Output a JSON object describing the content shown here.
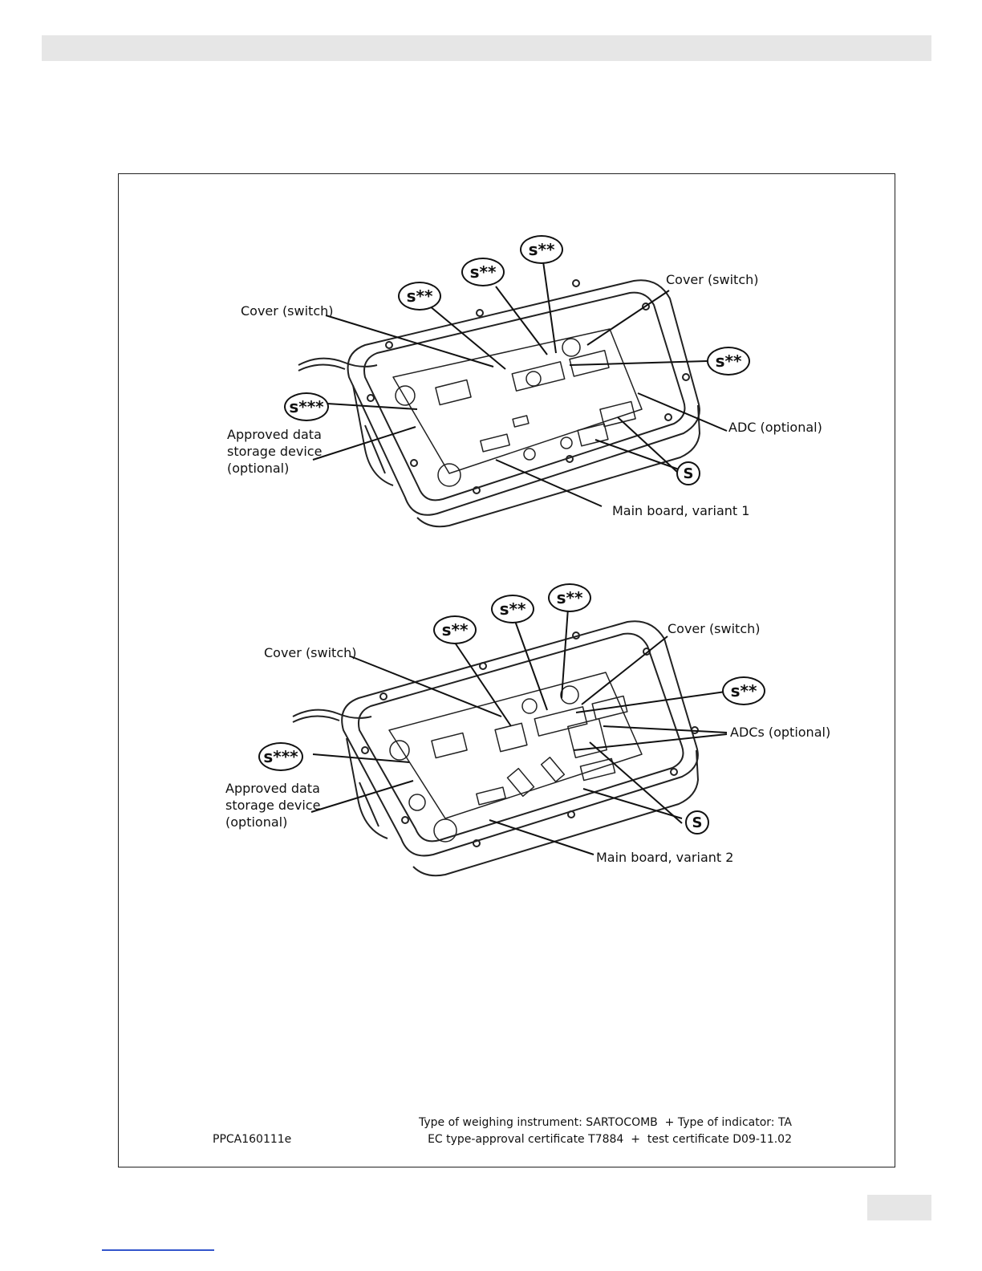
{
  "diagram1": {
    "labels": {
      "cover_switch_left": "Cover (switch)",
      "cover_switch_right": "Cover (switch)",
      "adc": "ADC (optional)",
      "storage": "Approved data\nstorage device\n(optional)",
      "main_board": "Main board, variant 1"
    },
    "seals": {
      "s2_a": "s**",
      "s2_b": "s**",
      "s2_c": "s**",
      "s2_d": "s**",
      "s3": "s***",
      "S": "S"
    }
  },
  "diagram2": {
    "labels": {
      "cover_switch_left": "Cover (switch)",
      "cover_switch_right": "Cover (switch)",
      "adcs": "ADCs (optional)",
      "storage": "Approved data\nstorage device\n(optional)",
      "main_board": "Main board, variant 2"
    },
    "seals": {
      "s2_a": "s**",
      "s2_b": "s**",
      "s2_c": "s**",
      "s2_d": "s**",
      "s3": "s***",
      "S": "S"
    }
  },
  "footer": {
    "doc_code": "PPCA160111e",
    "line1": "Type of weighing instrument: SARTOCOMB  + Type of indicator: TA",
    "line2": "EC type-approval certificate T7884  +  test certificate D09-11.02"
  }
}
